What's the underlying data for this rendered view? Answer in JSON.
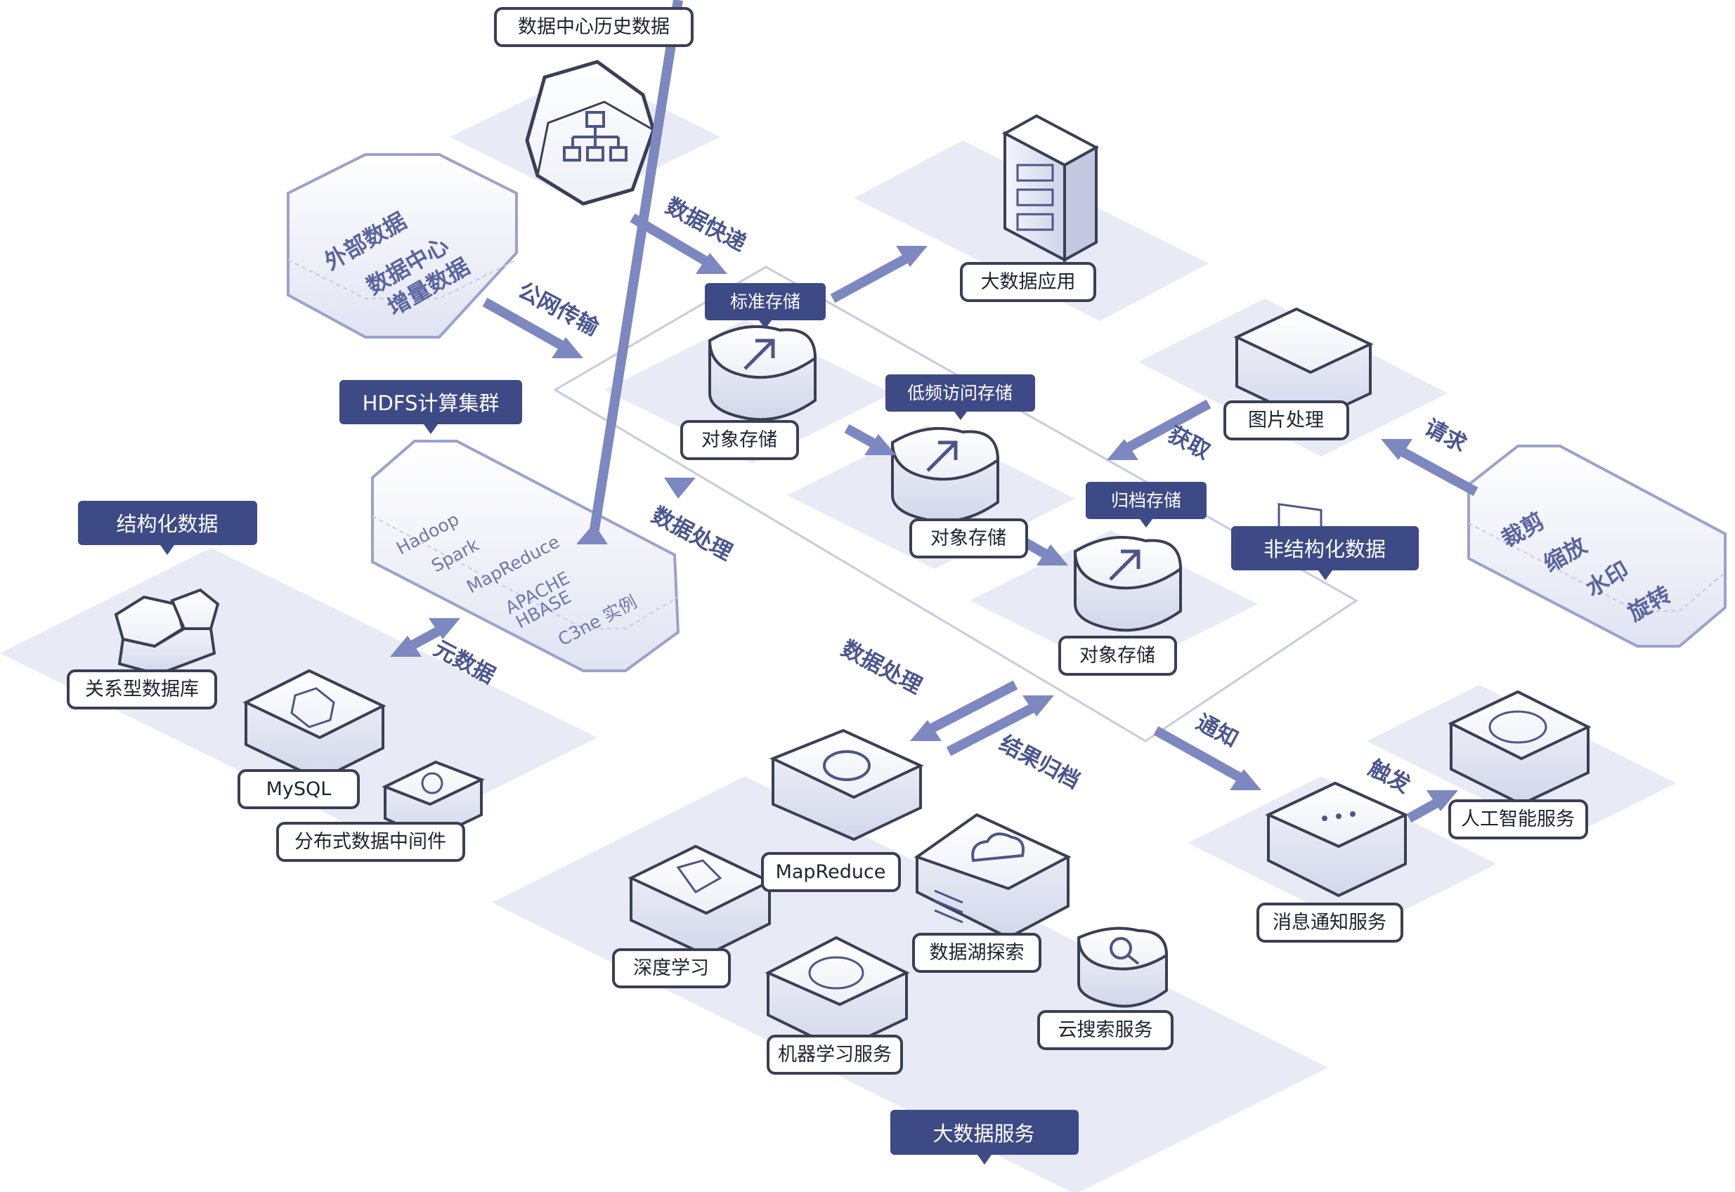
{
  "colors": {
    "accent": "#3d4a86",
    "arrow": "#7d87c0",
    "platform": "#e8eaf5",
    "line": "#c6cbe3"
  },
  "sources": {
    "history": "数据中心历史数据",
    "external_line1": "外部数据",
    "external_line2": "数据中心",
    "external_line3": "增量数据"
  },
  "storage": {
    "standard_tag": "标准存储",
    "lowfreq_tag": "低频访问存储",
    "archive_tag": "归档存储",
    "object_label": "对象存储",
    "unstructured_tag": "非结构化数据"
  },
  "apps": {
    "bigdata_app": "大数据应用",
    "image_processing": "图片处理"
  },
  "image_ops": [
    "裁剪",
    "缩放",
    "水印",
    "旋转"
  ],
  "hdfs": {
    "tag": "HDFS计算集群",
    "items": [
      "Hadoop",
      "Spark",
      "MapReduce",
      "APACHE",
      "HBASE",
      "C3ne 实例"
    ]
  },
  "structured": {
    "tag": "结构化数据",
    "relational": "关系型数据库",
    "mysql": "MySQL",
    "middleware": "分布式数据中间件"
  },
  "services": {
    "tag": "大数据服务",
    "mapreduce": "MapReduce",
    "deep_learning": "深度学习",
    "data_lake": "数据湖探索",
    "ml": "机器学习服务",
    "cloud_search": "云搜索服务",
    "message": "消息通知服务",
    "ai": "人工智能服务"
  },
  "flows": {
    "data_express": "数据快递",
    "public_network": "公网传输",
    "data_processing": "数据处理",
    "metadata": "元数据",
    "acquire": "获取",
    "request": "请求",
    "result_archive": "结果归档",
    "notify": "通知",
    "trigger": "触发"
  }
}
